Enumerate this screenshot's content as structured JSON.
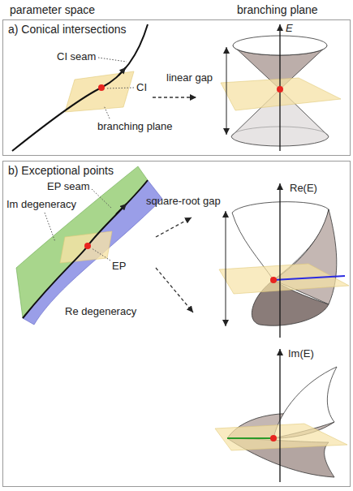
{
  "diagram": {
    "nodes": [
      {
        "text": [
          "a) Conical intersections"
        ]
      },
      {
        "text": [
          "b) Exceptional points"
        ]
      }
    ],
    "labels": [
      "parameter space",
      "branching plane",
      "CI seam",
      "CI",
      "branching plane",
      "linear gap",
      "E",
      "EP seam",
      "Im degeneracy",
      "EP",
      "Re degeneracy",
      "square-root gap",
      "Re(E)",
      "Im(E)"
    ]
  }
}
